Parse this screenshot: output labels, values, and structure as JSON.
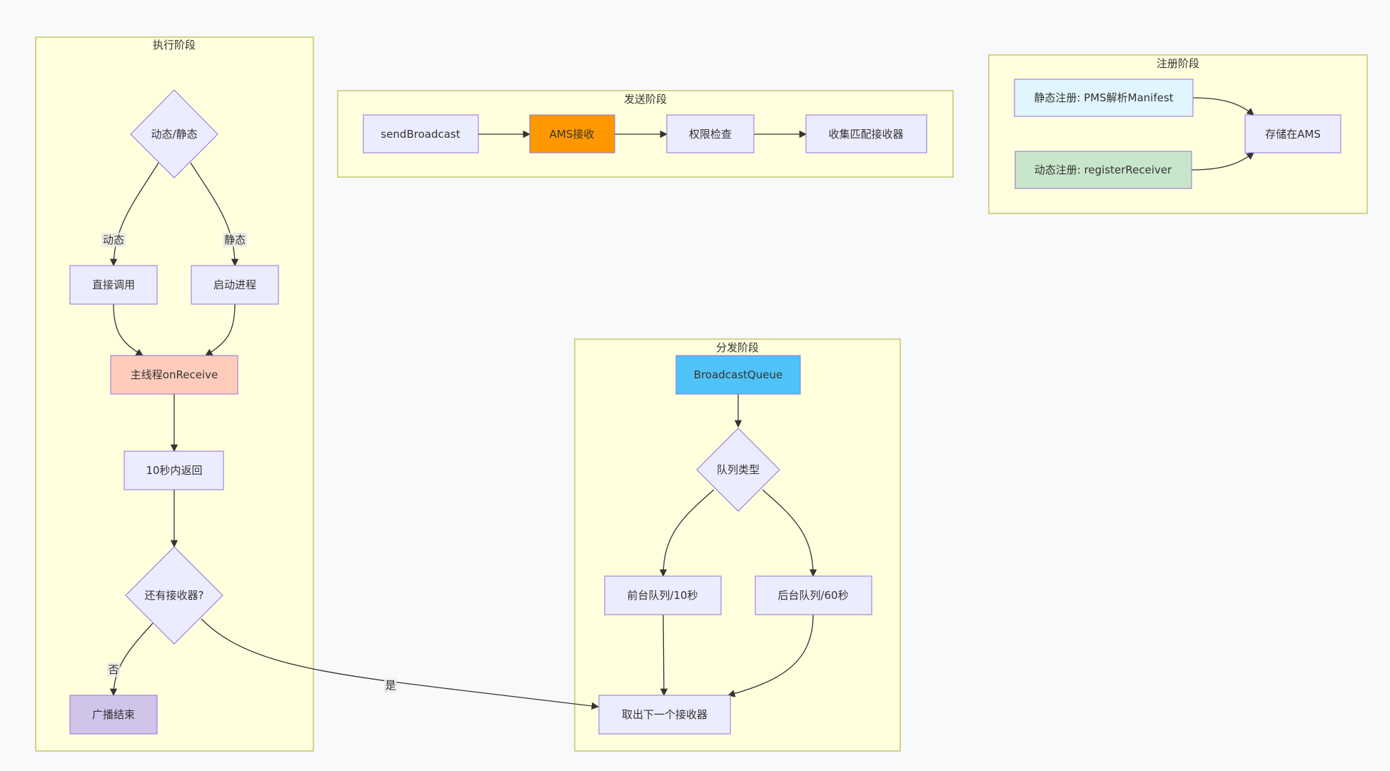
{
  "clusters": {
    "exec": {
      "title": "执行阶段"
    },
    "send": {
      "title": "发送阶段"
    },
    "register": {
      "title": "注册阶段"
    },
    "dispatch": {
      "title": "分发阶段"
    }
  },
  "nodes": {
    "send_broadcast": "sendBroadcast",
    "ams_receive": "AMS接收",
    "permission_check": "权限检查",
    "collect_receivers": "收集匹配接收器",
    "static_register": "静态注册: PMS解析Manifest",
    "dynamic_register": "动态注册: registerReceiver",
    "store_in_ams": "存储在AMS",
    "dyn_or_static": "动态/静态",
    "direct_call": "直接调用",
    "start_process": "启动进程",
    "main_thread": "主线程onReceive",
    "return_10s": "10秒内返回",
    "more_receivers": "还有接收器?",
    "broadcast_end": "广播结束",
    "broadcast_queue": "BroadcastQueue",
    "queue_type": "队列类型",
    "fg_queue": "前台队列/10秒",
    "bg_queue": "后台队列/60秒",
    "next_receiver": "取出下一个接收器"
  },
  "edge_labels": {
    "dynamic": "动态",
    "static": "静态",
    "no": "否",
    "yes": "是"
  },
  "colors": {
    "background": "#f8f9fa",
    "cluster_fill": "#ffffde",
    "cluster_stroke": "#aaaa33",
    "node_fill": "#ececff",
    "node_stroke": "#9370db",
    "edge": "#333333",
    "ams_fill": "#ff9800",
    "main_thread_fill": "#ffccbc",
    "end_fill": "#d1c4e9",
    "queue_fill": "#4fc3f7",
    "static_reg_fill": "#e1f5fe",
    "dynamic_reg_fill": "#c8e6c9"
  }
}
